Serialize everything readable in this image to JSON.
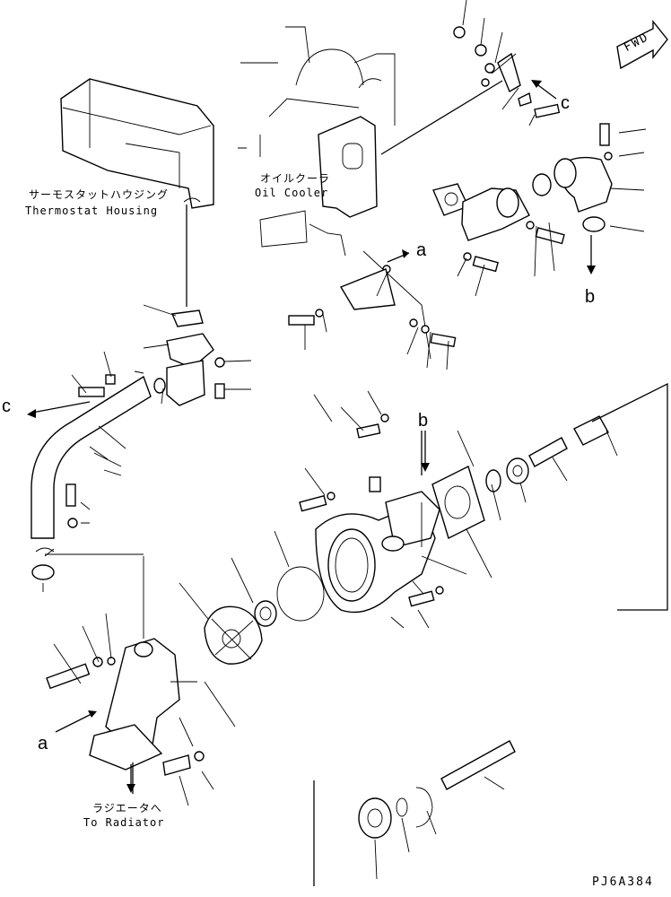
{
  "labels": {
    "thermostat_housing_jp": "サーモスタットハウジング",
    "thermostat_housing_en": "Thermostat Housing",
    "oil_cooler_jp": "オイルクーラ",
    "oil_cooler_en": "Oil Cooler",
    "to_radiator_jp": "ラジエータへ",
    "to_radiator_en": "To Radiator",
    "fwd": "FWD",
    "drawing_code": "PJ6A384"
  },
  "refs": {
    "a_top": "a",
    "a_bottom": "a",
    "b_right": "b",
    "b_center": "b",
    "c_right": "c",
    "c_left": "c"
  },
  "icons": [
    "fwd-arrow-icon",
    "bolt-icon",
    "washer-icon",
    "gasket-icon",
    "flow-arrow-icon"
  ]
}
